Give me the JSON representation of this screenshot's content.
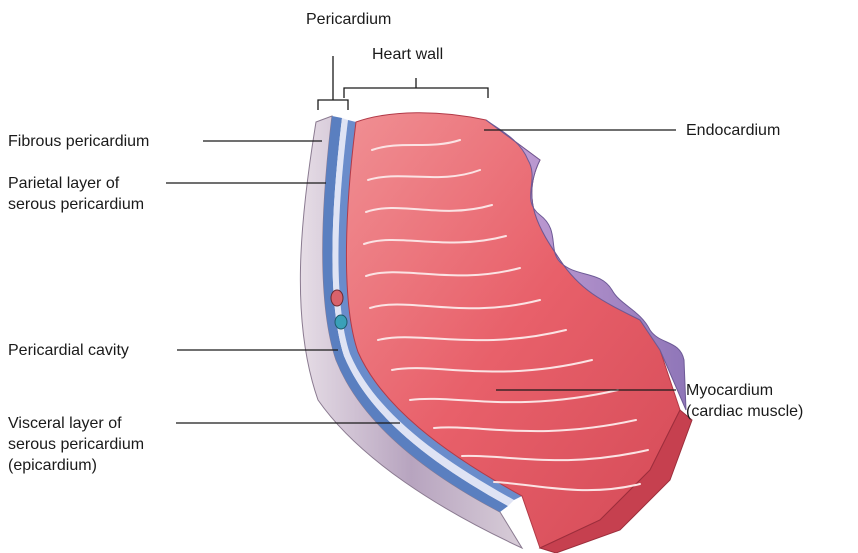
{
  "labels": {
    "pericardium": "Pericardium",
    "heart_wall": "Heart wall",
    "fibrous_pericardium": "Fibrous pericardium",
    "parietal_layer": [
      "Parietal layer of",
      "serous pericardium"
    ],
    "pericardial_cavity": "Pericardial cavity",
    "visceral_layer": [
      "Visceral layer of",
      "serous pericardium",
      "(epicardium)"
    ],
    "endocardium": "Endocardium",
    "myocardium": [
      "Myocardium",
      "(cardiac muscle)"
    ]
  },
  "colors": {
    "myocardium": "#e8606a",
    "myocardium_highlight": "#f4a0a4",
    "endocardium": "#a98ec9",
    "serous_layer": "#5a7fc0",
    "fibrous_layer": "#c9b5c8",
    "leader_line": "#1a1a1a"
  }
}
